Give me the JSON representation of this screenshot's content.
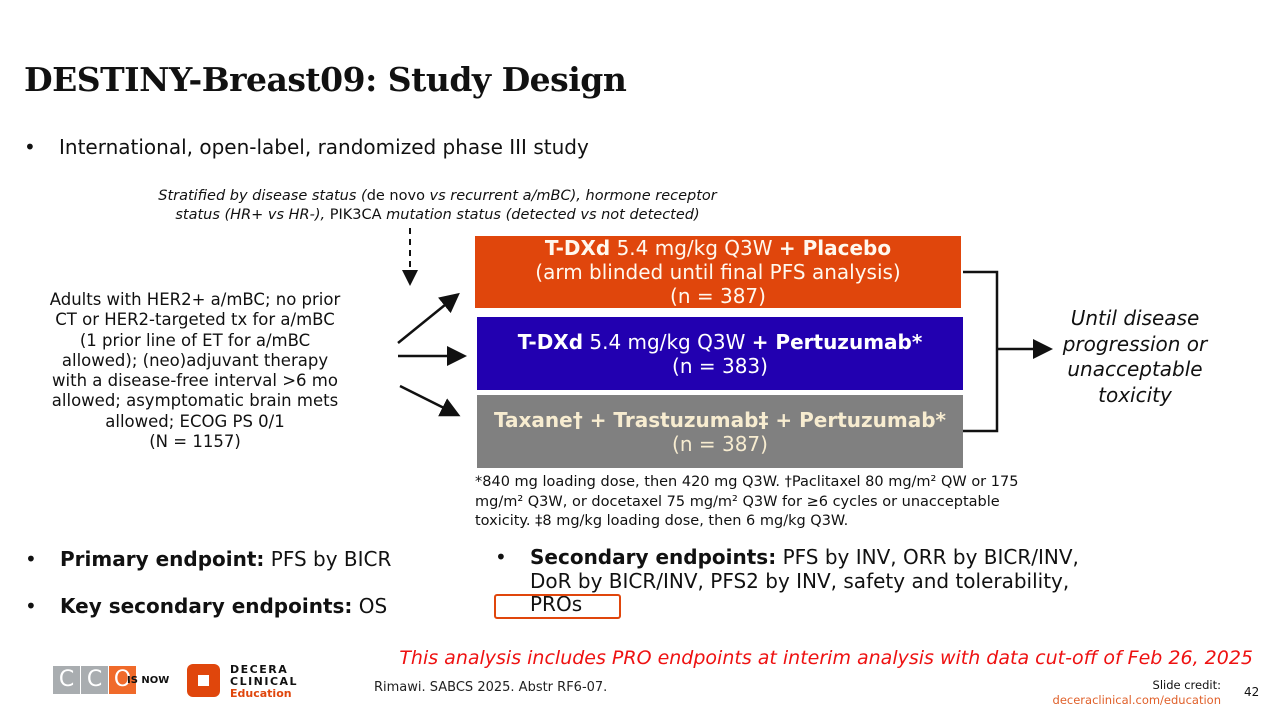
{
  "title": "DESTINY-Breast09: Study Design",
  "bullet_design": "International, open-label, randomized phase III study",
  "stratification": {
    "line1_a": "Stratified by disease status (",
    "line1_b": "de novo",
    "line1_c": " vs recurrent a/mBC), hormone receptor",
    "line2_a": "status (HR+ vs HR-), ",
    "line2_b": "PIK3CA",
    "line2_c": " mutation status (detected vs not detected)"
  },
  "population": [
    "Adults with HER2+ a/mBC; no prior",
    "CT or HER2-targeted tx for a/mBC",
    "(1 prior line of ET for a/mBC",
    "allowed); (neo)adjuvant therapy",
    "with a disease-free interval >6 mo",
    "allowed; asymptomatic brain mets",
    "allowed; ECOG PS 0/1",
    "(N = 1157)"
  ],
  "arms": [
    {
      "drug": "T-DXd",
      "dose": " 5.4 mg/kg Q3W ",
      "combo": "+ Placebo",
      "note": "(arm blinded until final PFS analysis)",
      "n": "(n = 387)",
      "color": "#e0460c"
    },
    {
      "drug": "T-DXd",
      "dose": " 5.4 mg/kg Q3W ",
      "combo": "+ Pertuzumab*",
      "n": "(n = 383)",
      "color": "#2200b0"
    },
    {
      "drug": "Taxane† + Trastuzumab‡ + Pertuzumab*",
      "n": "(n = 387)",
      "color": "#808080"
    }
  ],
  "until": [
    "Until disease",
    "progression or",
    "unacceptable",
    "toxicity"
  ],
  "footnote": [
    "*840 mg loading dose, then 420 mg Q3W. †Paclitaxel 80 mg/m² QW or 175",
    "mg/m² Q3W, or docetaxel 75 mg/m² Q3W for ≥6 cycles or unacceptable",
    "toxicity. ‡8 mg/kg loading dose, then 6 mg/kg Q3W."
  ],
  "endpoints": {
    "primary_label": "Primary endpoint:",
    "primary_value": " PFS by BICR",
    "key_secondary_label": "Key secondary endpoints:",
    "key_secondary_value": " OS",
    "secondary_label": "Secondary endpoints:",
    "secondary_value": " PFS by INV, ORR by BICR/INV, DoR by BICR/INV, PFS2 by INV, safety and tolerability, PROs"
  },
  "note": "This analysis includes PRO endpoints at interim analysis with data cut-off of Feb 26, 2025",
  "footer": {
    "cco_logo": "CCO",
    "is_now": "IS NOW",
    "decera": [
      "DECERA",
      "CLINICAL",
      "Education"
    ],
    "citation": "Rimawi. SABCS 2025. Abstr RF6-07.",
    "credit_label": "Slide credit:",
    "credit_url": "deceraclinical.com/education",
    "page": "42"
  },
  "colors": {
    "orange": "#e0460c",
    "blue": "#2200b0",
    "gray": "#808080",
    "red": "#ee1111"
  }
}
